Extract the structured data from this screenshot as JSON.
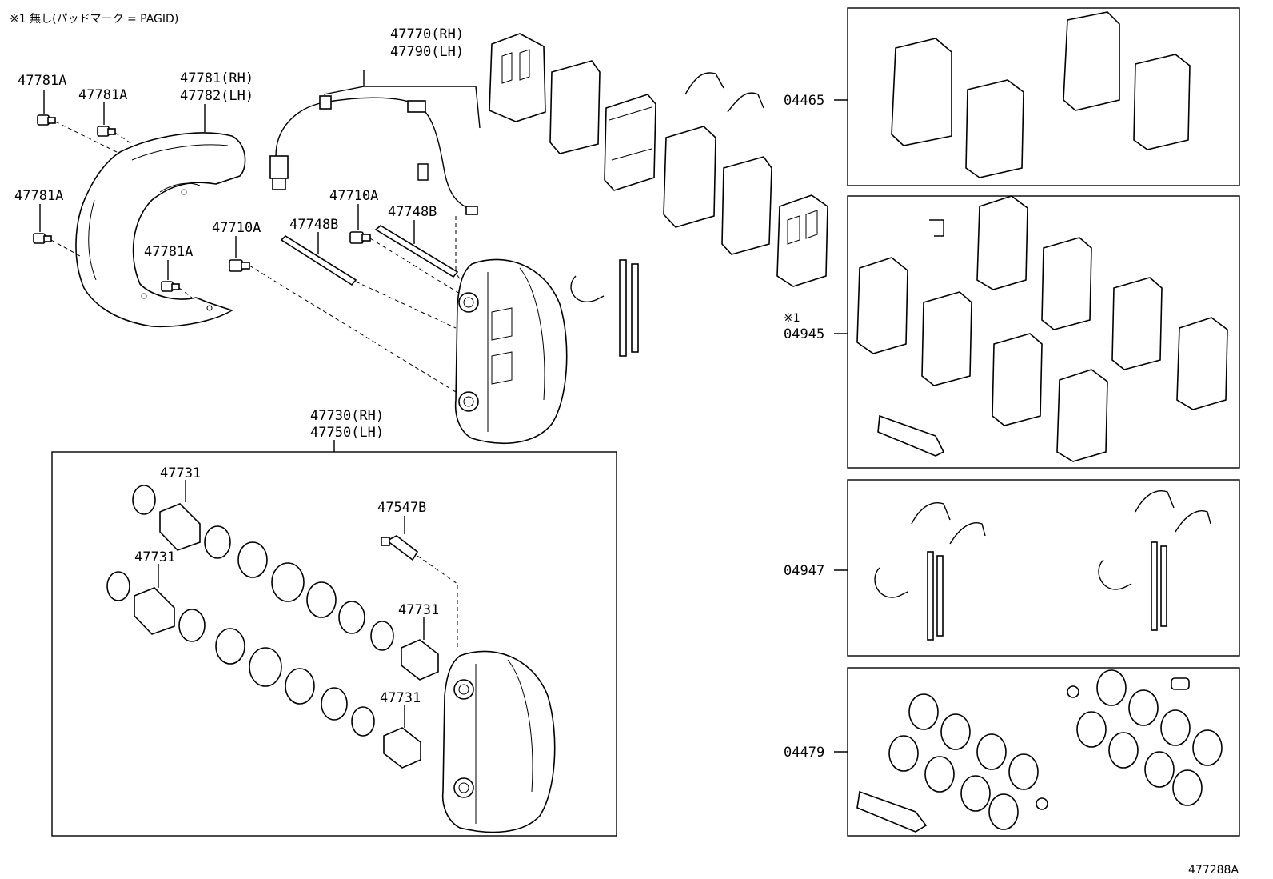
{
  "note": "※1 無し(パッドマーク = PAGID)",
  "figure_code": "477288A",
  "labels": {
    "bolt_a1": "47781A",
    "bolt_a2": "47781A",
    "bolt_a3": "47781A",
    "bolt_a4": "47781A",
    "dust_cover_rh": "47781(RH)",
    "dust_cover_lh": "47782(LH)",
    "sensor_rh": "47770(RH)",
    "sensor_lh": "47790(LH)",
    "bolt_b1": "47710A",
    "bolt_b2": "47710A",
    "pin_1": "47748B",
    "pin_2": "47748B",
    "caliper_rh": "47730(RH)",
    "caliper_lh": "47750(LH)",
    "piston_1": "47731",
    "piston_2": "47731",
    "piston_3": "47731",
    "piston_4": "47731",
    "bleeder": "47547B"
  },
  "kits": [
    {
      "code": "04465",
      "prefix": ""
    },
    {
      "code": "04945",
      "prefix": "※1"
    },
    {
      "code": "04947",
      "prefix": ""
    },
    {
      "code": "04479",
      "prefix": ""
    }
  ]
}
